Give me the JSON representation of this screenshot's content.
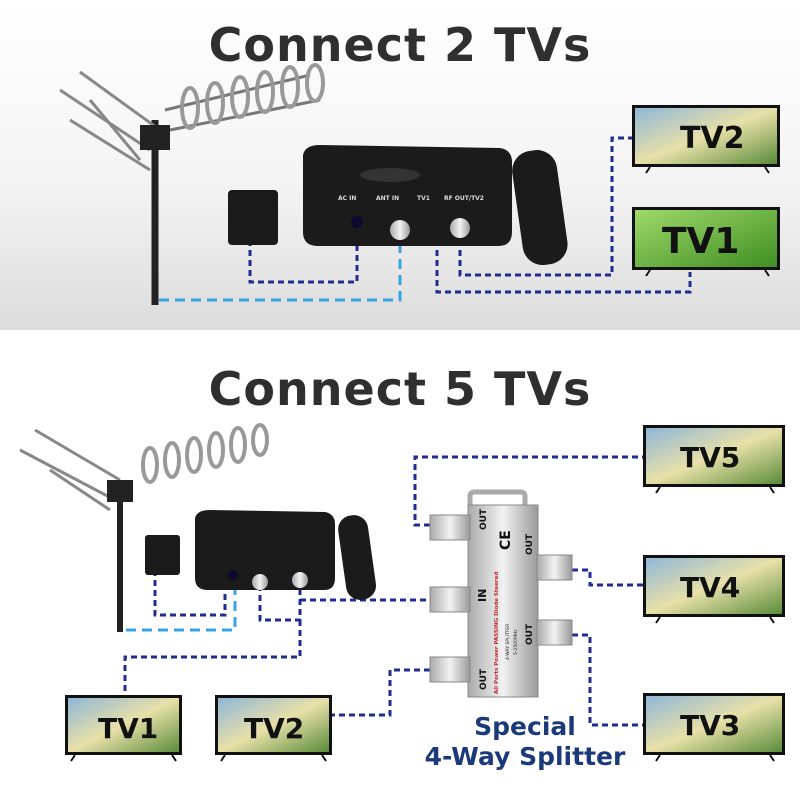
{
  "section_top": {
    "title": "Connect 2 TVs",
    "tvs": [
      "TV2",
      "TV1"
    ]
  },
  "section_bottom": {
    "title": "Connect 5 TVs",
    "tvs": [
      "TV5",
      "TV4",
      "TV3",
      "TV1",
      "TV2"
    ]
  },
  "amplifier_box": {
    "ports": [
      "AC IN",
      "ANT IN",
      "TV1",
      "RF OUT/TV2"
    ]
  },
  "splitter": {
    "caption_line1": "Special",
    "caption_line2": "4-Way Splitter",
    "in_label": "IN",
    "out_label": "OUT",
    "model": "4-WAY SPLITTER",
    "freq": "5-2500MHz",
    "note": "All Ports Power PASSING Diode Steered"
  },
  "colors": {
    "antenna_cable": "#3aa3e3",
    "tv_cable": "#1f2d8f",
    "title": "#2f2f2f",
    "caption": "#1c3a7a"
  }
}
